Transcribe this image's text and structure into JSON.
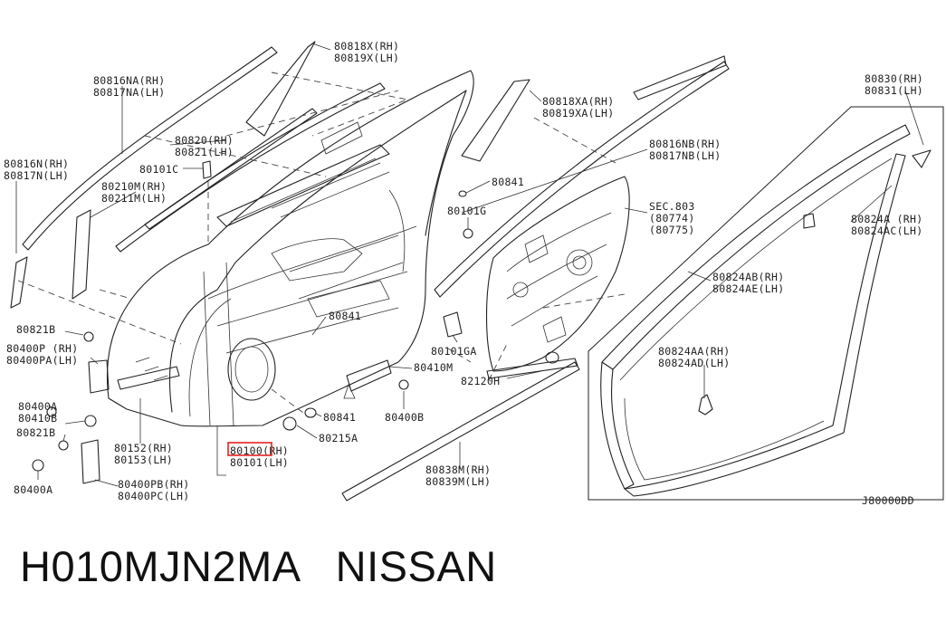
{
  "labels": {
    "l80818x": "80818X(RH)",
    "l80819x": "80819X(LH)",
    "l80816na": "80816NA(RH)",
    "l80817na": "80817NA(LH)",
    "l80818xa": "80818XA(RH)",
    "l80819xa": "80819XA(LH)",
    "l80830": "80830(RH)",
    "l80831": "80831(LH)",
    "l80820": "80820(RH)",
    "l80821": "80821(LH)",
    "l80816nb": "80816NB(RH)",
    "l80817nb": "80817NB(LH)",
    "l80816n": "80816N(RH)",
    "l80817n": "80817N(LH)",
    "l80101c": "80101C",
    "l80841a": "80841",
    "l80210m": "80210M(RH)",
    "l80211m": "80211M(LH)",
    "l80101g": "80101G",
    "lsec": "SEC.803",
    "lsec1": "(80774)",
    "lsec2": "(80775)",
    "l80824a": "80824A (RH)",
    "l80824ac": "80824AC(LH)",
    "l80824ab": "80824AB(RH)",
    "l80824ae": "80824AE(LH)",
    "l80841b": "80841",
    "l80821b_1": "80821B",
    "l80400p": "80400P (RH)",
    "l80400pa": "80400PA(LH)",
    "l80101ga": "80101GA",
    "l80824aa": "80824AA(RH)",
    "l80824ad": "80824AD(LH)",
    "l80410m": "80410M",
    "l82120h": "82120H",
    "l80400a_1": "80400A",
    "l80410b": "80410B",
    "l80400b": "80400B",
    "l80841c": "80841",
    "l80821b_2": "80821B",
    "l80215a": "80215A",
    "l80152": "80152(RH)",
    "l80153": "80153(LH)",
    "l80100": "80100(RH)",
    "l80101": "80101(LH)",
    "l80838m": "80838M(RH)",
    "l80839m": "80839M(LH)",
    "l80400a_2": "80400A",
    "l80400pb": "80400PB(RH)",
    "l80400pc": "80400PC(LH)",
    "ref_code": "J80000DD"
  },
  "footer": {
    "text": "H010MJN2MA   NISSAN"
  },
  "colors": {
    "line": "#222222",
    "highlight": "#e52222",
    "background": "#ffffff"
  }
}
